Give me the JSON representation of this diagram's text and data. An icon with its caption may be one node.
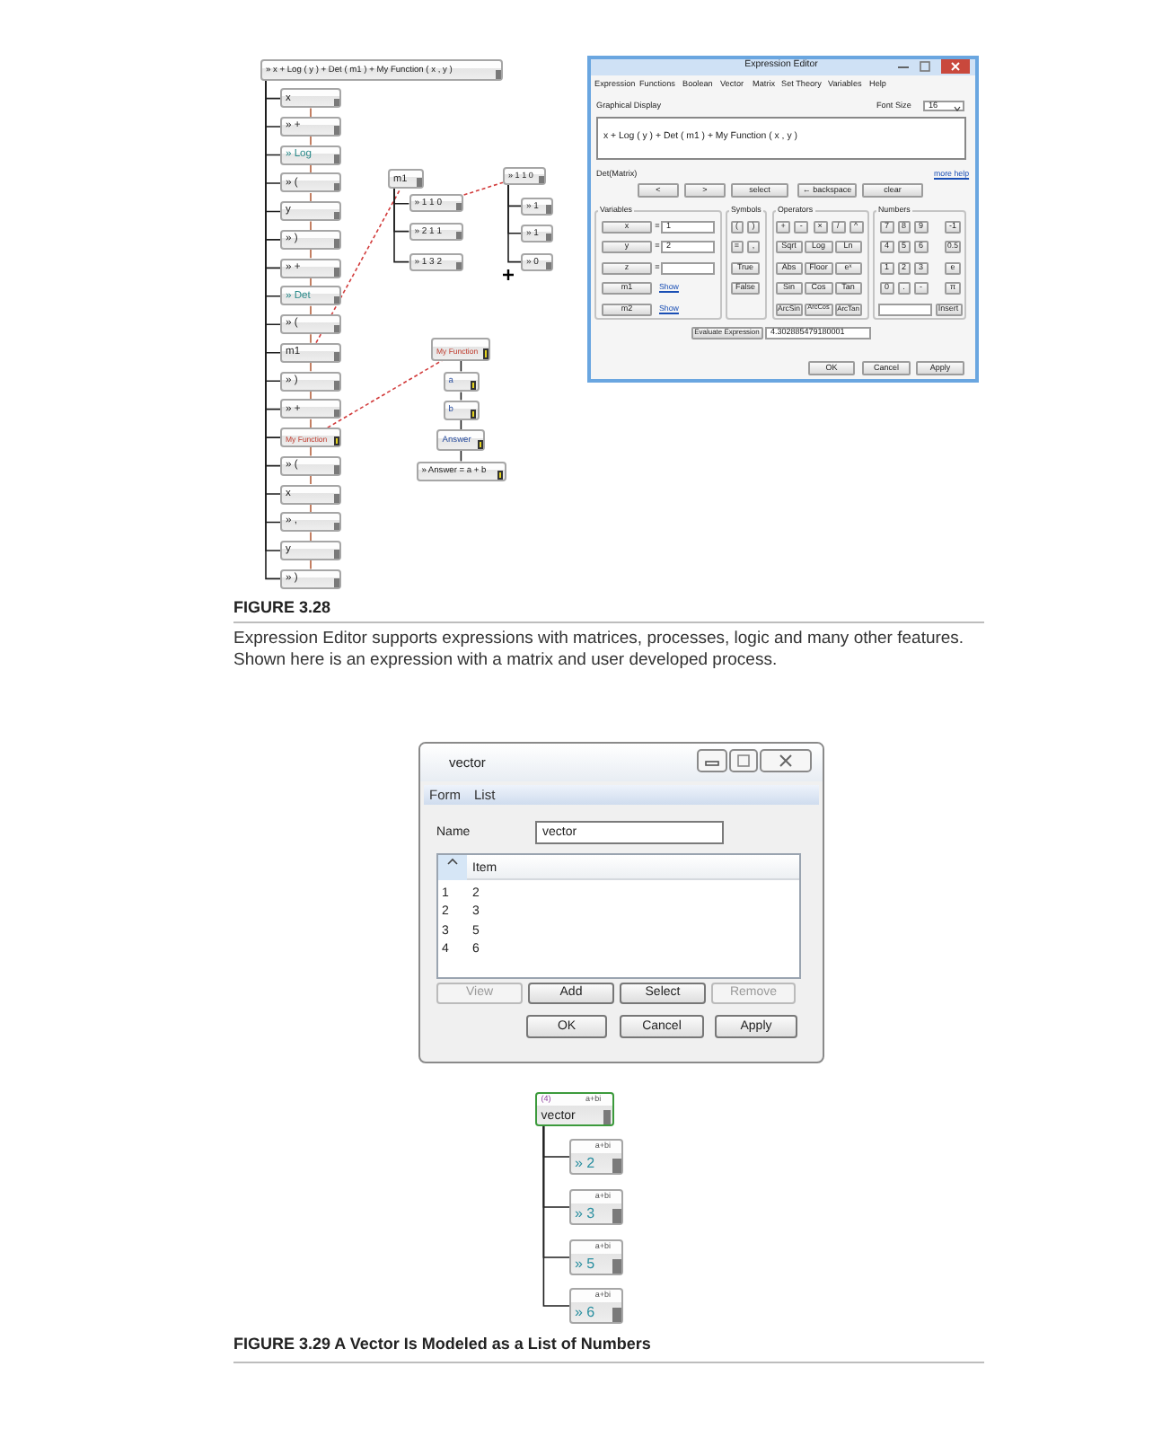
{
  "diagram": {
    "nodes": [
      {
        "text": [
          "» x + Log ( y ) + Det ( m1 ) + My Function ( x , y )"
        ]
      },
      {
        "text": [
          "x"
        ]
      },
      {
        "text": [
          "» +"
        ]
      },
      {
        "text": [
          "» Log"
        ]
      },
      {
        "text": [
          "» ("
        ]
      },
      {
        "text": [
          "y"
        ]
      },
      {
        "text": [
          "» )"
        ]
      },
      {
        "text": [
          "» +"
        ]
      },
      {
        "text": [
          "» Det"
        ]
      },
      {
        "text": [
          "» ("
        ]
      },
      {
        "text": [
          "m1"
        ]
      },
      {
        "text": [
          "» )"
        ]
      },
      {
        "text": [
          "» +"
        ]
      },
      {
        "text": [
          "My Function"
        ]
      },
      {
        "text": [
          "» ("
        ]
      },
      {
        "text": [
          "x"
        ]
      },
      {
        "text": [
          "» ,"
        ]
      },
      {
        "text": [
          "y"
        ]
      },
      {
        "text": [
          "» )"
        ]
      },
      {
        "text": [
          "m1"
        ]
      },
      {
        "text": [
          "» 1 1 0"
        ]
      },
      {
        "text": [
          "» 2 1 1"
        ]
      },
      {
        "text": [
          "» 1 3 2"
        ]
      },
      {
        "text": [
          "» 1 1 0"
        ]
      },
      {
        "text": [
          "» 1"
        ]
      },
      {
        "text": [
          "» 1"
        ]
      },
      {
        "text": [
          "» 0"
        ]
      },
      {
        "text": [
          "My Function"
        ]
      },
      {
        "text": [
          "a"
        ]
      },
      {
        "text": [
          "b"
        ]
      },
      {
        "text": [
          "Answer"
        ]
      },
      {
        "text": [
          "» Answer = a + b"
        ]
      },
      {
        "text": [
          "(4)",
          "a+bi",
          "vector"
        ]
      },
      {
        "text": [
          "a+bi",
          "» 2"
        ]
      },
      {
        "text": [
          "a+bi",
          "» 3"
        ]
      },
      {
        "text": [
          "a+bi",
          "» 5"
        ]
      },
      {
        "text": [
          "a+bi",
          "» 6"
        ]
      }
    ],
    "edges": [
      {
        "from": 0,
        "to": 1,
        "arrow": "none"
      },
      {
        "from": 0,
        "to": 2,
        "arrow": "none"
      },
      {
        "from": 0,
        "to": 3,
        "arrow": "none"
      },
      {
        "from": 0,
        "to": 4,
        "arrow": "none"
      },
      {
        "from": 0,
        "to": 5,
        "arrow": "none"
      },
      {
        "from": 0,
        "to": 6,
        "arrow": "none"
      },
      {
        "from": 0,
        "to": 7,
        "arrow": "none"
      },
      {
        "from": 0,
        "to": 8,
        "arrow": "none"
      },
      {
        "from": 0,
        "to": 9,
        "arrow": "none"
      },
      {
        "from": 0,
        "to": 10,
        "arrow": "none"
      },
      {
        "from": 0,
        "to": 11,
        "arrow": "none"
      },
      {
        "from": 0,
        "to": 12,
        "arrow": "none"
      },
      {
        "from": 0,
        "to": 13,
        "arrow": "none"
      },
      {
        "from": 0,
        "to": 14,
        "arrow": "none"
      },
      {
        "from": 0,
        "to": 15,
        "arrow": "none"
      },
      {
        "from": 0,
        "to": 16,
        "arrow": "none"
      },
      {
        "from": 0,
        "to": 17,
        "arrow": "none"
      },
      {
        "from": 0,
        "to": 18,
        "arrow": "none"
      },
      {
        "from": 1,
        "to": 2,
        "arrow": "none",
        "color": "#b5603c"
      },
      {
        "from": 2,
        "to": 3,
        "arrow": "none",
        "color": "#b5603c"
      },
      {
        "from": 3,
        "to": 4,
        "arrow": "none",
        "color": "#b5603c"
      },
      {
        "from": 4,
        "to": 5,
        "arrow": "none",
        "color": "#b5603c"
      },
      {
        "from": 5,
        "to": 6,
        "arrow": "none",
        "color": "#b5603c"
      },
      {
        "from": 6,
        "to": 7,
        "arrow": "none",
        "color": "#b5603c"
      },
      {
        "from": 7,
        "to": 8,
        "arrow": "none",
        "color": "#b5603c"
      },
      {
        "from": 8,
        "to": 9,
        "arrow": "none",
        "color": "#b5603c"
      },
      {
        "from": 9,
        "to": 10,
        "arrow": "none",
        "color": "#b5603c"
      },
      {
        "from": 10,
        "to": 11,
        "arrow": "none",
        "color": "#b5603c"
      },
      {
        "from": 11,
        "to": 12,
        "arrow": "none",
        "color": "#b5603c"
      },
      {
        "from": 12,
        "to": 13,
        "arrow": "none",
        "color": "#b5603c"
      },
      {
        "from": 13,
        "to": 14,
        "arrow": "none",
        "color": "#b5603c"
      },
      {
        "from": 14,
        "to": 15,
        "arrow": "none",
        "color": "#b5603c"
      },
      {
        "from": 15,
        "to": 16,
        "arrow": "none",
        "color": "#b5603c"
      },
      {
        "from": 16,
        "to": 17,
        "arrow": "none",
        "color": "#b5603c"
      },
      {
        "from": 17,
        "to": 18,
        "arrow": "none",
        "color": "#b5603c"
      },
      {
        "from": 10,
        "to": 19,
        "arrow": "none",
        "style": "dashed",
        "color": "#d23c3c"
      },
      {
        "from": 19,
        "to": 20,
        "arrow": "none"
      },
      {
        "from": 19,
        "to": 21,
        "arrow": "none"
      },
      {
        "from": 19,
        "to": 22,
        "arrow": "none"
      },
      {
        "from": 20,
        "to": 23,
        "arrow": "none",
        "style": "dashed",
        "color": "#d23c3c"
      },
      {
        "from": 23,
        "to": 24,
        "arrow": "none"
      },
      {
        "from": 23,
        "to": 25,
        "arrow": "none"
      },
      {
        "from": 23,
        "to": 26,
        "arrow": "none"
      },
      {
        "from": 13,
        "to": 27,
        "arrow": "none",
        "style": "dashed",
        "color": "#d23c3c"
      },
      {
        "from": 27,
        "to": 28,
        "arrow": "none"
      },
      {
        "from": 28,
        "to": 29,
        "arrow": "none"
      },
      {
        "from": 29,
        "to": 30,
        "arrow": "none"
      },
      {
        "from": 30,
        "to": 31,
        "arrow": "none"
      },
      {
        "from": 32,
        "to": 33,
        "arrow": "none"
      },
      {
        "from": 32,
        "to": 34,
        "arrow": "none"
      },
      {
        "from": 32,
        "to": 35,
        "arrow": "none"
      },
      {
        "from": 32,
        "to": 36,
        "arrow": "none"
      }
    ],
    "labels": [
      "Expression Editor",
      "Expression",
      "Functions",
      "Boolean",
      "Vector",
      "Matrix",
      "Set Theory",
      "Variables",
      "Help",
      "Graphical Display",
      "Font Size",
      "16",
      "x + Log ( y ) + Det ( m1 ) + My Function ( x , y )",
      "Det(Matrix)",
      "more help",
      "<",
      ">",
      "select",
      "← backspace",
      "clear",
      "Variables",
      "Symbols",
      "Operators",
      "Numbers",
      "x",
      "=",
      "1",
      "y",
      "=",
      "2",
      "z",
      "=",
      "m1",
      "Show",
      "m2",
      "Show",
      "(",
      ")",
      "=",
      ",",
      "True",
      "False",
      "+",
      "-",
      "×",
      "/",
      "^",
      "Sqrt",
      "Log",
      "Ln",
      "Abs",
      "Floor",
      "eˣ",
      "Sin",
      "Cos",
      "Tan",
      "ArcSin",
      "ArcCos",
      "ArcTan",
      "7",
      "8",
      "9",
      "-1",
      "4",
      "5",
      "6",
      "0.5",
      "1",
      "2",
      "3",
      "e",
      "0",
      ".",
      "-",
      "π",
      "Insert",
      "Evaluate Expression",
      "4.302885479180001",
      "OK",
      "Cancel",
      "Apply",
      "FIGURE 3.28",
      "Expression Editor supports expressions with matrices, processes, logic and many other features. Shown here is an expression with a matrix and user developed process.",
      "vector",
      "Form",
      "List",
      "Name",
      "vector",
      "Item",
      "1",
      "2",
      "2",
      "3",
      "3",
      "5",
      "4",
      "6",
      "View",
      "Add",
      "Select",
      "Remove",
      "OK",
      "Cancel",
      "Apply",
      "FIGURE 3.29 A Vector Is Modeled as a List of Numbers"
    ]
  }
}
